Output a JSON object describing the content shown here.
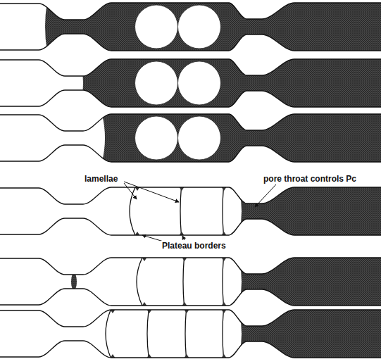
{
  "diagram": {
    "labels": [
      "lamellae",
      "pore throat controls Pc",
      "Plateau borders"
    ]
  }
}
